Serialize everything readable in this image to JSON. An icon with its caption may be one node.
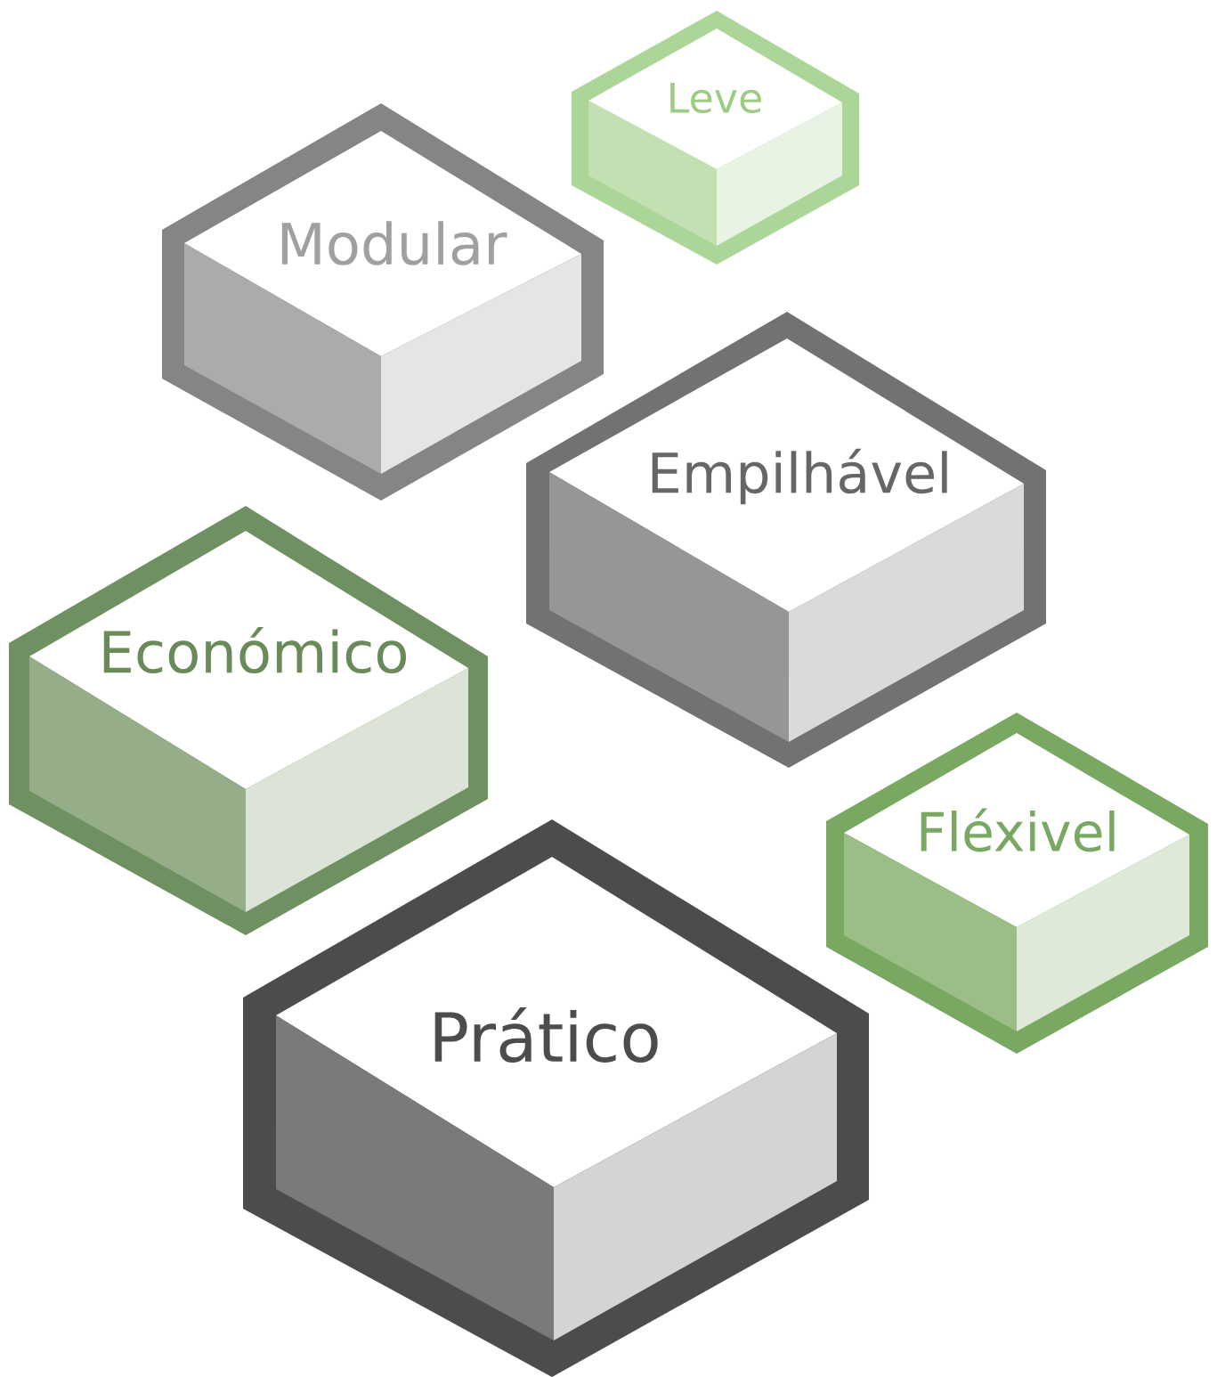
{
  "diagram": {
    "nodes": [
      {
        "text": [
          "Leve"
        ]
      },
      {
        "text": [
          "Modular"
        ]
      },
      {
        "text": [
          "Empilhável"
        ]
      },
      {
        "text": [
          "Económico"
        ]
      },
      {
        "text": [
          "Fléxivel"
        ]
      },
      {
        "text": [
          "Prático"
        ]
      }
    ]
  }
}
